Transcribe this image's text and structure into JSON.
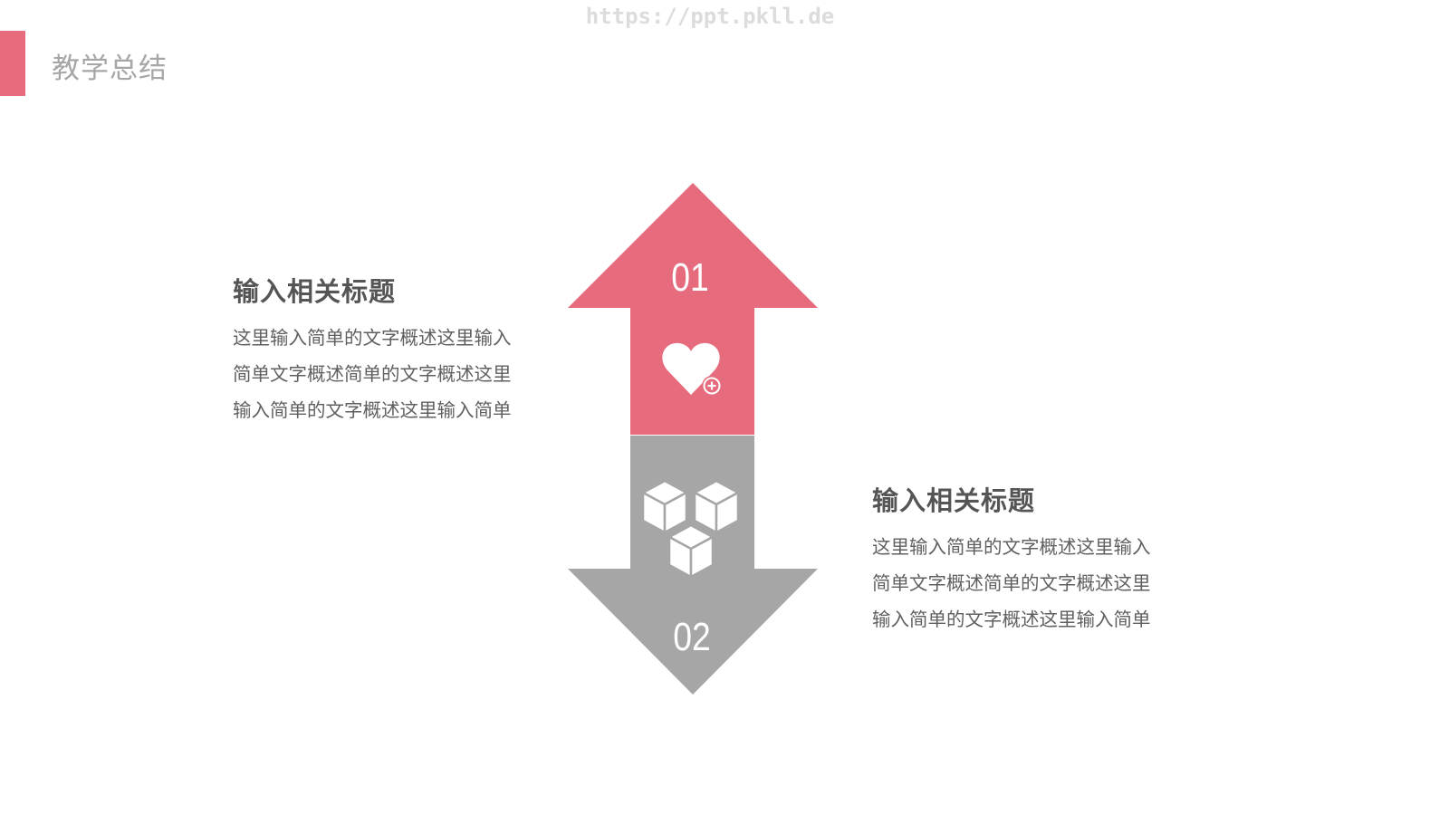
{
  "watermark": "https://ppt.pkll.de",
  "header": {
    "title": "教学总结"
  },
  "colors": {
    "accent": "#e66b7d",
    "gray": "#a7a6a7",
    "title_gray": "#a6a6a6",
    "text": "#595959"
  },
  "arrows": [
    {
      "number": "01",
      "direction": "up",
      "icon": "heart-plus-icon",
      "color": "#e66b7d"
    },
    {
      "number": "02",
      "direction": "down",
      "icon": "cubes-icon",
      "color": "#a7a6a7"
    }
  ],
  "blocks": [
    {
      "heading": "输入相关标题",
      "lines": [
        "这里输入简单的文字概述这里输入",
        "简单文字概述简单的文字概述这里",
        "输入简单的文字概述这里输入简单"
      ]
    },
    {
      "heading": "输入相关标题",
      "lines": [
        "这里输入简单的文字概述这里输入",
        "简单文字概述简单的文字概述这里",
        "输入简单的文字概述这里输入简单"
      ]
    }
  ]
}
